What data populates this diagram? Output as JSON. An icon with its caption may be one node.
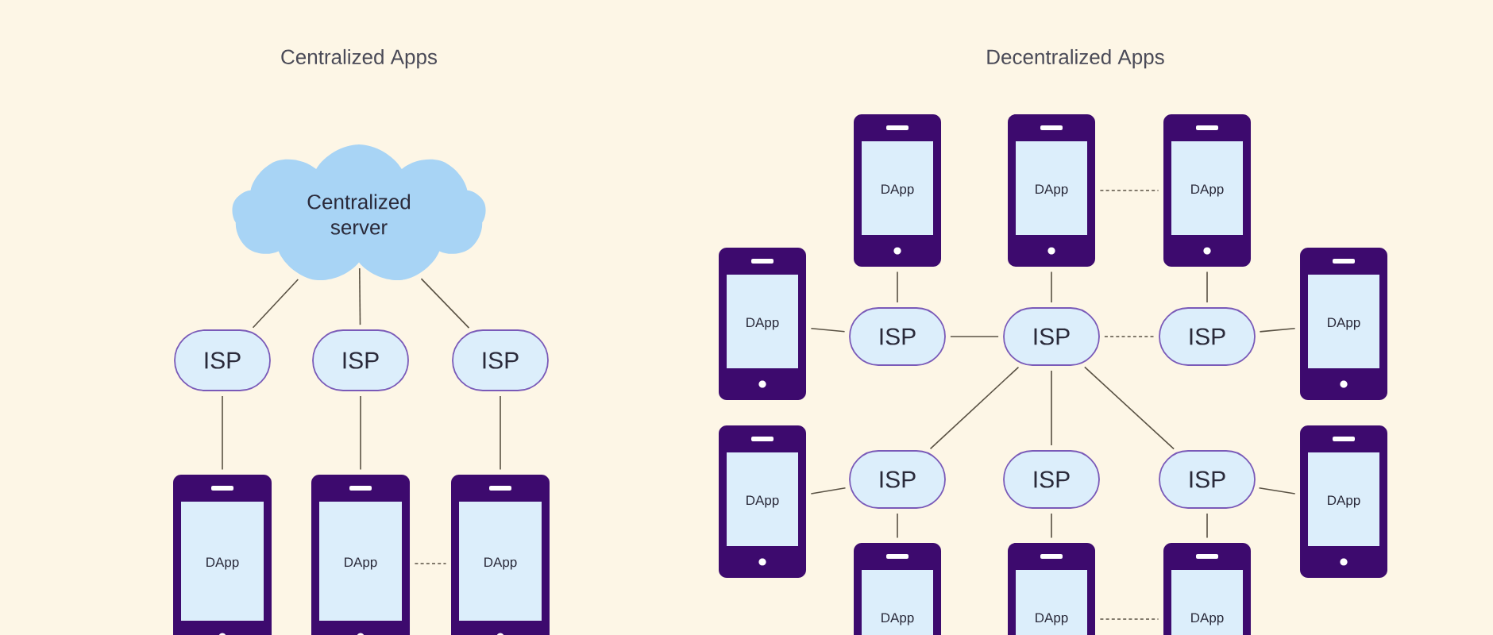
{
  "diagram": {
    "nodes": [
      {
        "text": [
          "Centralized server"
        ]
      },
      {
        "text": [
          "ISP"
        ]
      },
      {
        "text": [
          "ISP"
        ]
      },
      {
        "text": [
          "ISP"
        ]
      },
      {
        "text": [
          "DApp"
        ]
      },
      {
        "text": [
          "DApp"
        ]
      },
      {
        "text": [
          "DApp"
        ]
      },
      {
        "text": [
          "DApp"
        ]
      },
      {
        "text": [
          "DApp"
        ]
      },
      {
        "text": [
          "DApp"
        ]
      },
      {
        "text": [
          "DApp"
        ]
      },
      {
        "text": [
          "ISP"
        ]
      },
      {
        "text": [
          "ISP"
        ]
      },
      {
        "text": [
          "ISP"
        ]
      },
      {
        "text": [
          "DApp"
        ]
      },
      {
        "text": [
          "DApp"
        ]
      },
      {
        "text": [
          "ISP"
        ]
      },
      {
        "text": [
          "ISP"
        ]
      },
      {
        "text": [
          "ISP"
        ]
      },
      {
        "text": [
          "DApp"
        ]
      },
      {
        "text": [
          "DApp"
        ]
      },
      {
        "text": [
          "DApp"
        ]
      },
      {
        "text": [
          "DApp"
        ]
      }
    ],
    "edges": [
      {
        "from": 0,
        "to": 1,
        "arrow": "none"
      },
      {
        "from": 0,
        "to": 2,
        "arrow": "none"
      },
      {
        "from": 0,
        "to": 3,
        "arrow": "none"
      },
      {
        "from": 1,
        "to": 4,
        "arrow": "none"
      },
      {
        "from": 2,
        "to": 5,
        "arrow": "none"
      },
      {
        "from": 3,
        "to": 6,
        "arrow": "none"
      },
      {
        "from": 5,
        "to": 6,
        "arrow": "none",
        "style": "dashed"
      },
      {
        "from": 7,
        "to": 11,
        "arrow": "none"
      },
      {
        "from": 8,
        "to": 12,
        "arrow": "none"
      },
      {
        "from": 9,
        "to": 13,
        "arrow": "none"
      },
      {
        "from": 8,
        "to": 9,
        "arrow": "none",
        "style": "dashed"
      },
      {
        "from": 10,
        "to": 11,
        "arrow": "none"
      },
      {
        "from": 11,
        "to": 12,
        "arrow": "none"
      },
      {
        "from": 12,
        "to": 13,
        "arrow": "none",
        "style": "dashed"
      },
      {
        "from": 13,
        "to": 14,
        "arrow": "none"
      },
      {
        "from": 12,
        "to": 16,
        "arrow": "none"
      },
      {
        "from": 12,
        "to": 17,
        "arrow": "none"
      },
      {
        "from": 12,
        "to": 18,
        "arrow": "none"
      },
      {
        "from": 15,
        "to": 16,
        "arrow": "none"
      },
      {
        "from": 18,
        "to": 19,
        "arrow": "none"
      },
      {
        "from": 16,
        "to": 20,
        "arrow": "none"
      },
      {
        "from": 17,
        "to": 21,
        "arrow": "none"
      },
      {
        "from": 18,
        "to": 22,
        "arrow": "none"
      },
      {
        "from": 21,
        "to": 22,
        "arrow": "none",
        "style": "dashed"
      }
    ],
    "labels": [
      "Centralized Apps",
      "Decentralized Apps"
    ]
  }
}
